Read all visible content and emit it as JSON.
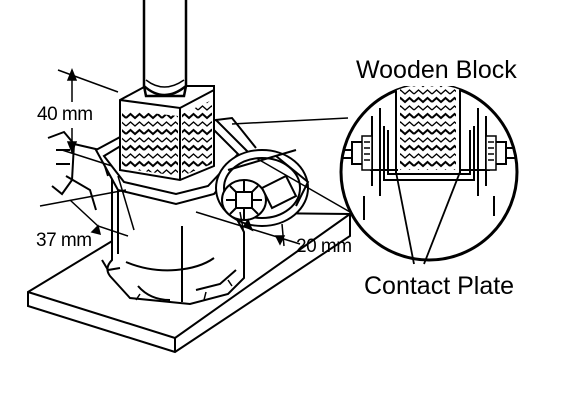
{
  "labels": {
    "wooden_block": "Wooden Block",
    "contact_plate": "Contact Plate",
    "dim_40": "40 mm",
    "dim_37": "37 mm",
    "dim_20": "20 mm"
  },
  "colors": {
    "ink": "#000000",
    "paper": "#ffffff"
  }
}
